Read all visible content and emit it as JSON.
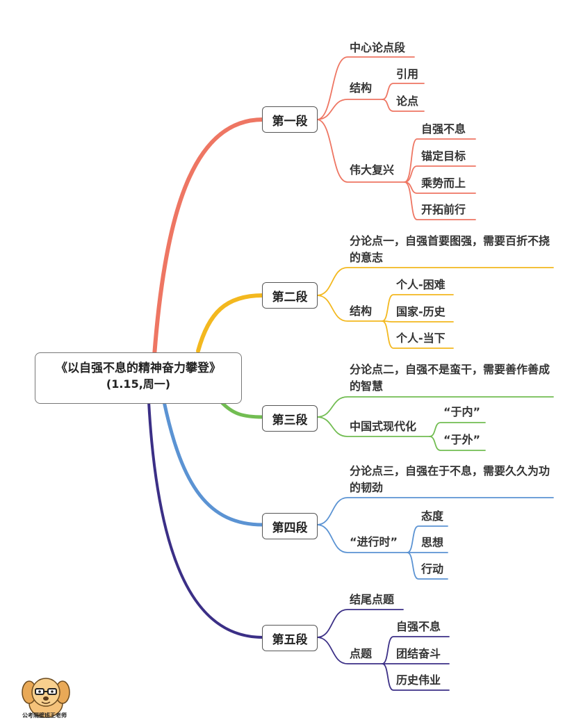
{
  "root": {
    "title": "《以自强不息的精神奋力攀登》",
    "subtitle": "(1.15,周一)"
  },
  "colors": {
    "p1": "#ee7663",
    "p2": "#f3b81f",
    "p3": "#72bd52",
    "p4": "#5b93d3",
    "p5": "#3b2f86"
  },
  "sections": [
    {
      "label": "第一段",
      "items": [
        "中心论点段",
        "结构",
        "引用",
        "论点",
        "伟大复兴",
        "自强不息",
        "锚定目标",
        "乘势而上",
        "开拓前行"
      ]
    },
    {
      "label": "第二段",
      "items": [
        "分论点一，自强首要图强，需要百折不挠的意志",
        "结构",
        "个人-困难",
        "国家-历史",
        "个人-当下"
      ]
    },
    {
      "label": "第三段",
      "items": [
        "分论点二，自强不是蛮干，需要善作善成的智慧",
        "中国式现代化",
        "“于内”",
        "“于外”"
      ]
    },
    {
      "label": "第四段",
      "items": [
        "分论点三，自强在于不息，需要久久为功的韧劲",
        "“进行时”",
        "态度",
        "思想",
        "行动"
      ]
    },
    {
      "label": "第五段",
      "items": [
        "结尾点题",
        "点题",
        "自强不息",
        "团结奋斗",
        "历史伟业"
      ]
    }
  ],
  "watermark": {
    "text": "公考隔壁班王老师"
  }
}
